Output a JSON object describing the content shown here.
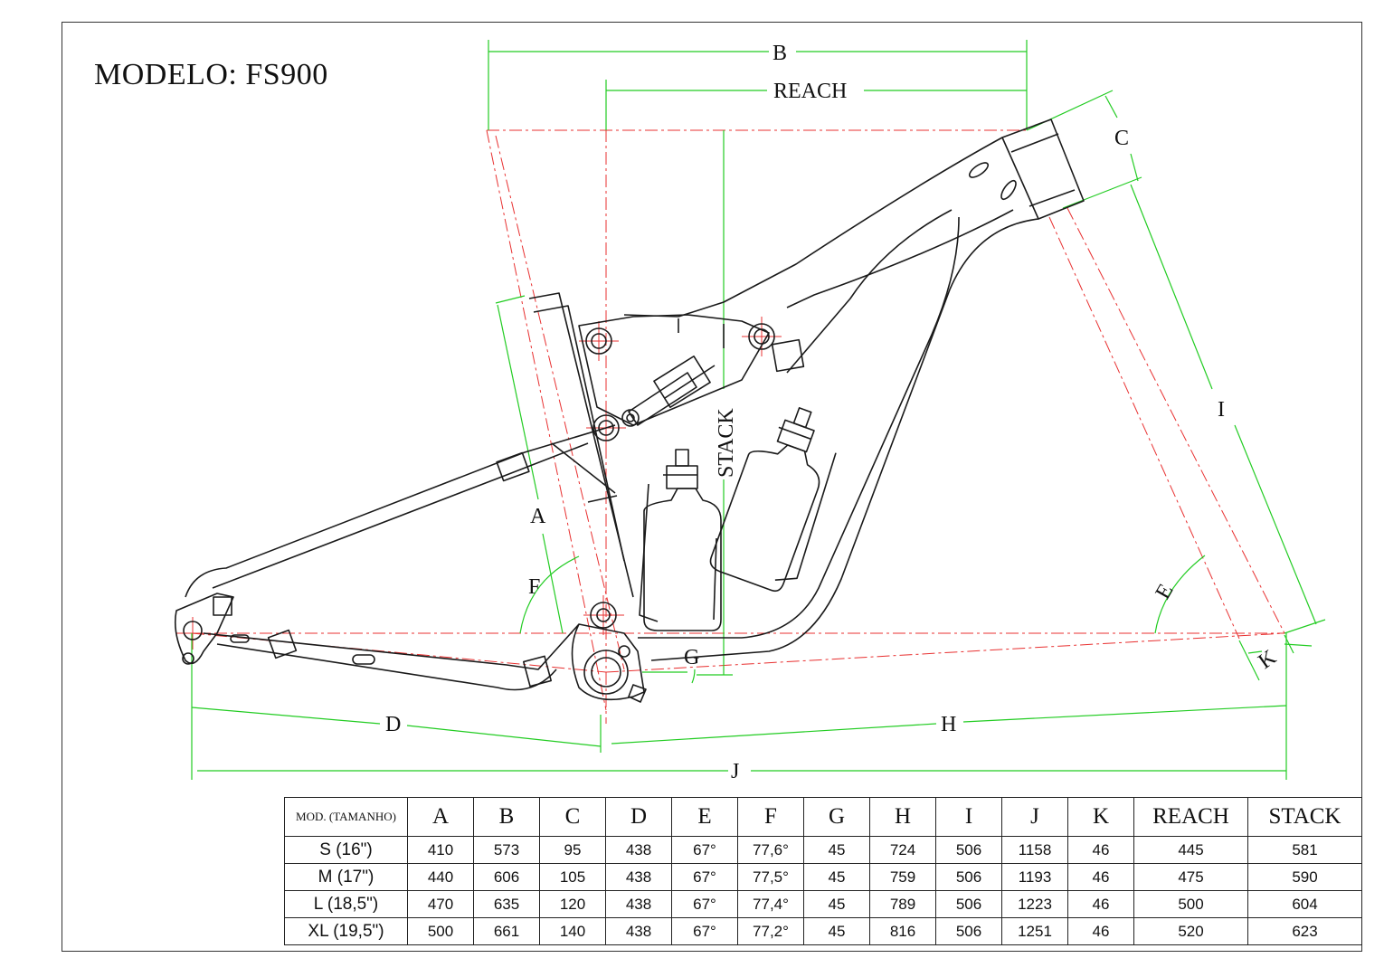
{
  "title": "MODELO: FS900",
  "dimension_labels": {
    "a": "A",
    "b": "B",
    "c": "C",
    "d": "D",
    "e": "E",
    "f": "F",
    "g": "G",
    "h": "H",
    "i": "I",
    "j": "J",
    "k": "K",
    "reach": "REACH",
    "stack": "STACK"
  },
  "table": {
    "columns": [
      "MOD. (TAMANHO)",
      "A",
      "B",
      "C",
      "D",
      "E",
      "F",
      "G",
      "H",
      "I",
      "J",
      "K",
      "REACH",
      "STACK"
    ],
    "rows": [
      [
        "S (16\")",
        "410",
        "573",
        "95",
        "438",
        "67°",
        "77,6°",
        "45",
        "724",
        "506",
        "1158",
        "46",
        "445",
        "581"
      ],
      [
        "M (17\")",
        "440",
        "606",
        "105",
        "438",
        "67°",
        "77,5°",
        "45",
        "759",
        "506",
        "1193",
        "46",
        "475",
        "590"
      ],
      [
        "L (18,5\")",
        "470",
        "635",
        "120",
        "438",
        "67°",
        "77,4°",
        "45",
        "789",
        "506",
        "1223",
        "46",
        "500",
        "604"
      ],
      [
        "XL (19,5\")",
        "500",
        "661",
        "140",
        "438",
        "67°",
        "77,2°",
        "45",
        "816",
        "506",
        "1251",
        "46",
        "520",
        "623"
      ]
    ]
  },
  "colors": {
    "dimension": "#22cc22",
    "centerline": "#e83030",
    "outline": "#1a1a1a"
  }
}
